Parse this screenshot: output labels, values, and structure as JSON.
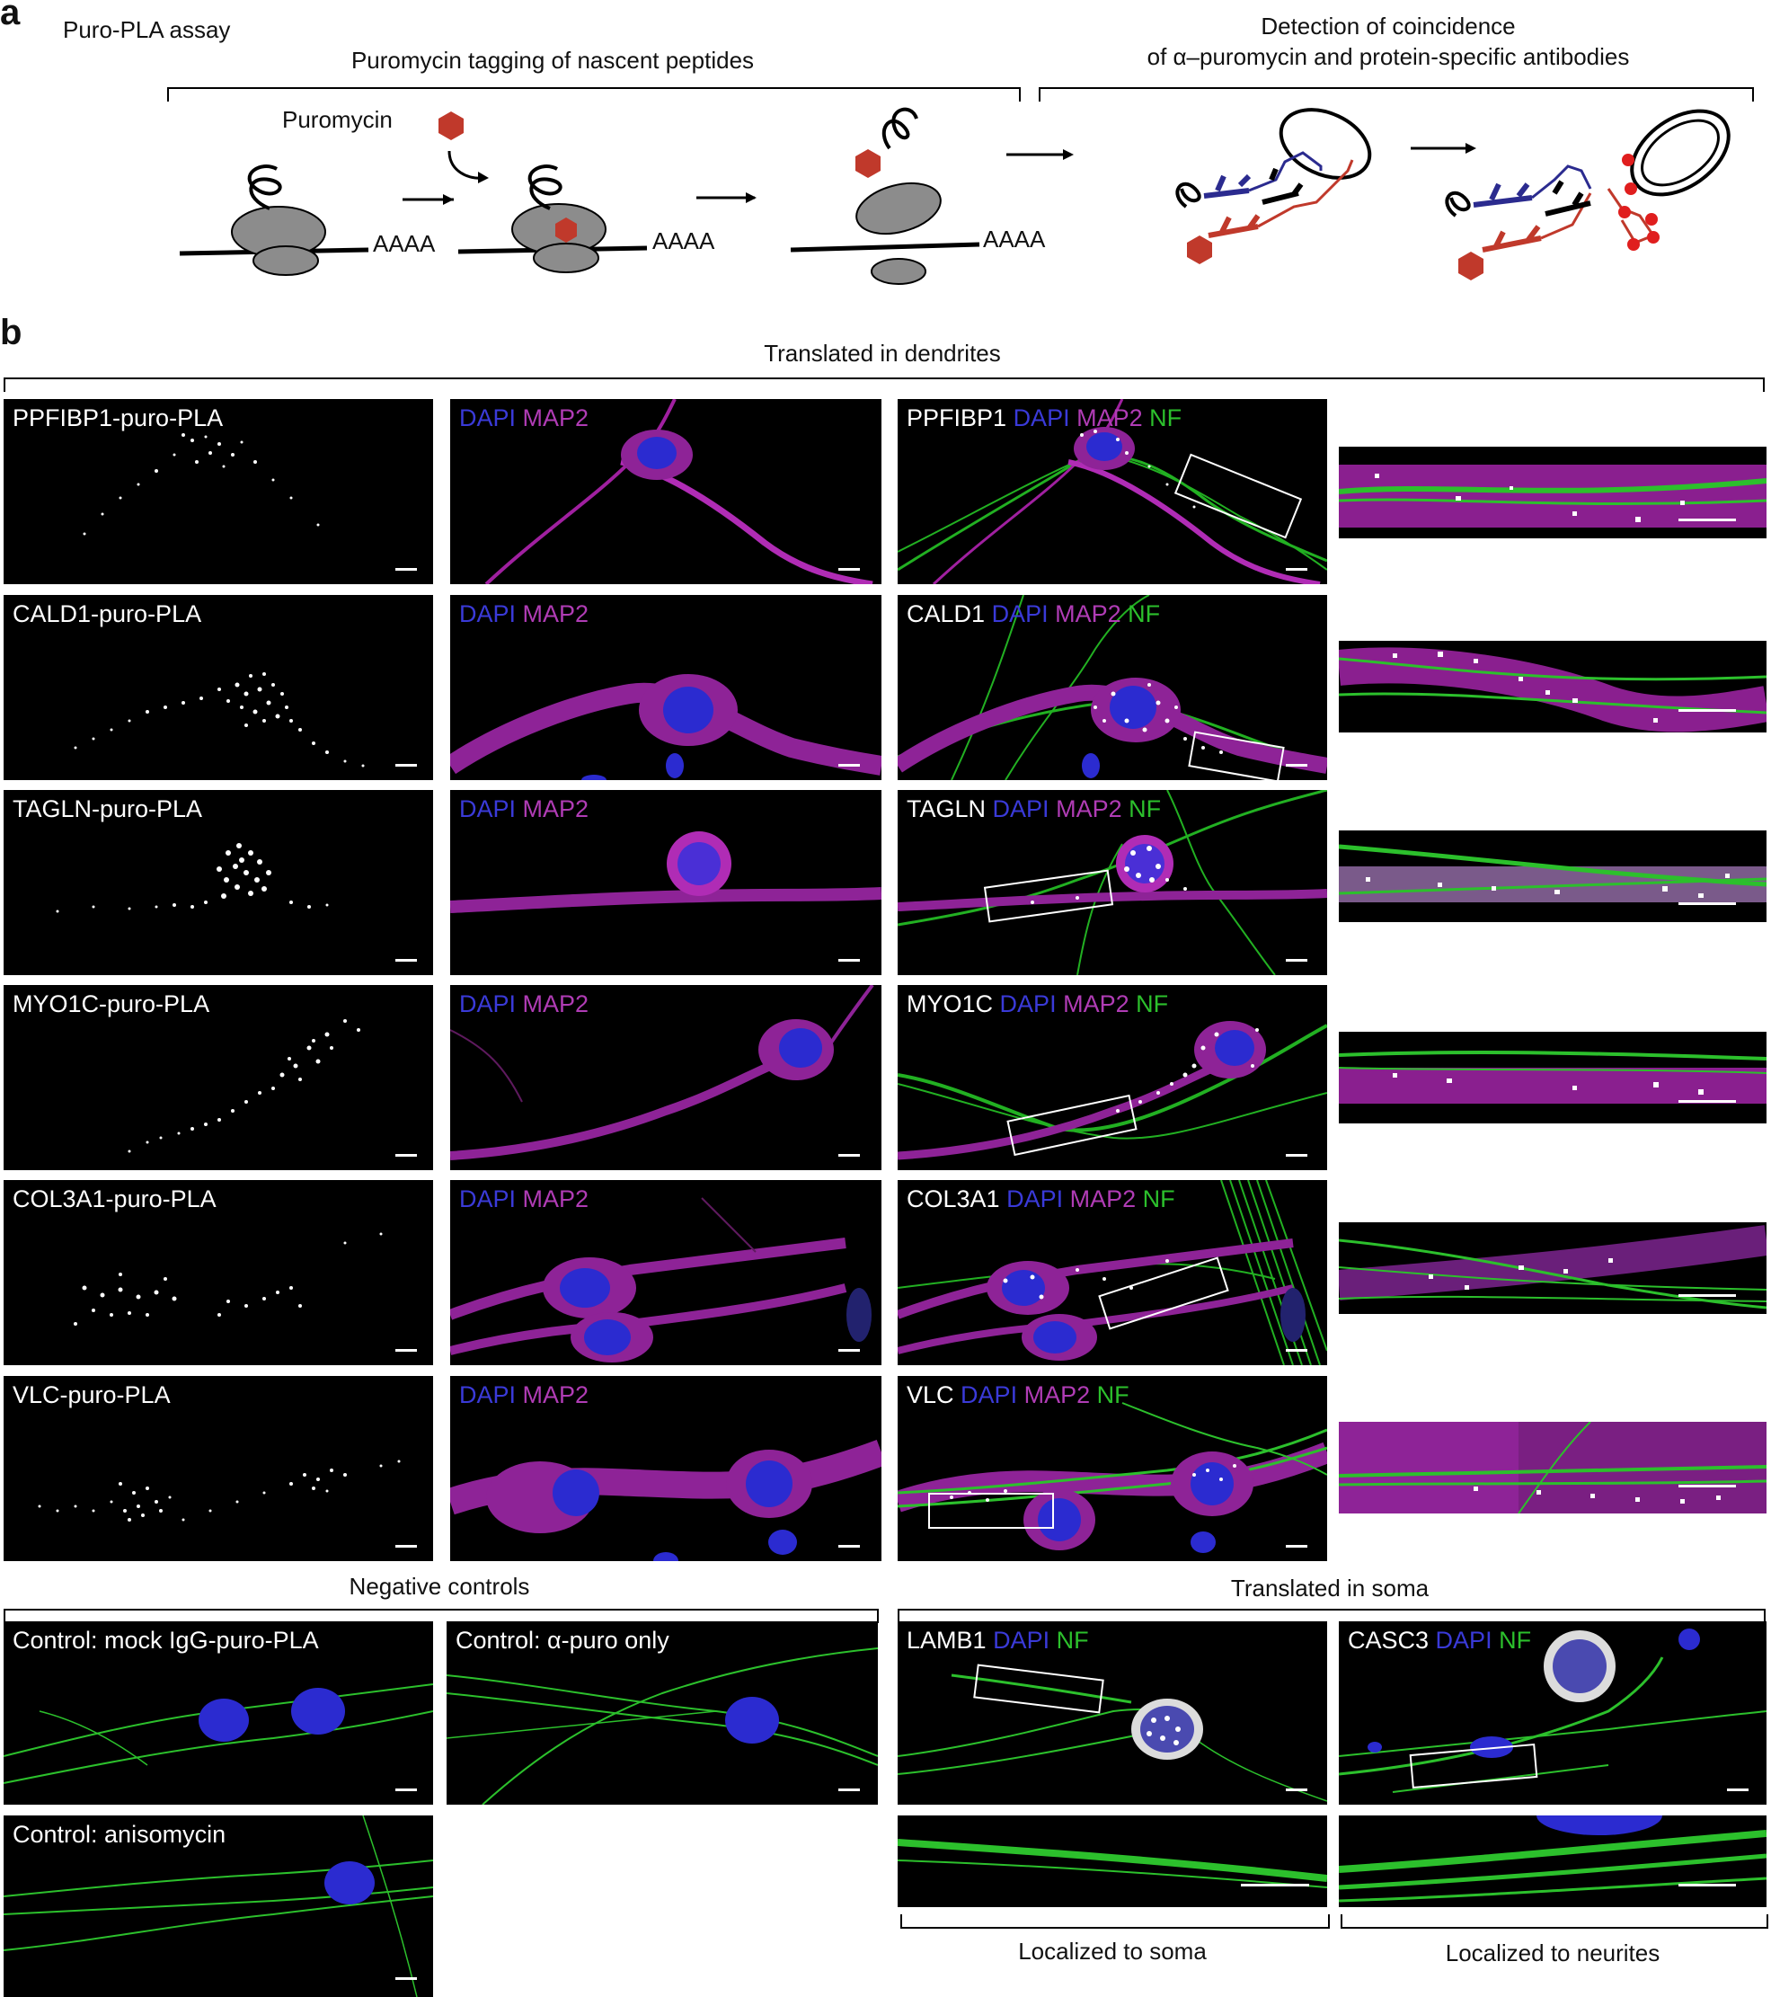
{
  "panel_a": {
    "letter": "a",
    "assay_title": "Puro-PLA assay",
    "step1_title": "Puromycin tagging of nascent peptides",
    "step2_title_line1": "Detection of coincidence",
    "step2_title_line2": "of α–puromycin and protein-specific antibodies",
    "puromycin_label": "Puromycin",
    "polya_label": "AAAA",
    "colors": {
      "puromycin": "#c0392b",
      "ribosome": "#8c8c8c",
      "antibody_blue": "#2b2b8f",
      "antibody_red": "#c0392b"
    }
  },
  "panel_b": {
    "letter": "b",
    "section_dendrites": "Translated in dendrites",
    "section_negative": "Negative controls",
    "section_soma": "Translated in soma",
    "footer_soma": "Localized to soma",
    "footer_neurites": "Localized to neurites",
    "stain_dapi": "DAPI",
    "stain_map2": "MAP2",
    "stain_nf": "NF",
    "rows": [
      {
        "pla_label": "PPFIBP1-puro-PLA",
        "protein": "PPFIBP1"
      },
      {
        "pla_label": "CALD1-puro-PLA",
        "protein": "CALD1"
      },
      {
        "pla_label": "TAGLN-puro-PLA",
        "protein": "TAGLN"
      },
      {
        "pla_label": "MYO1C-puro-PLA",
        "protein": "MYO1C"
      },
      {
        "pla_label": "COL3A1-puro-PLA",
        "protein": "COL3A1"
      },
      {
        "pla_label": "VLC-puro-PLA",
        "protein": "VLC"
      }
    ],
    "controls": {
      "mock": "Control: mock IgG-puro-PLA",
      "apuro": "Control: α-puro only",
      "aniso": "Control: anisomycin"
    },
    "soma": {
      "lamb1": "LAMB1",
      "casc3": "CASC3"
    },
    "colors": {
      "dapi": "#3a3ad8",
      "map2": "#b03cb5",
      "nf": "#2cc02c"
    }
  }
}
